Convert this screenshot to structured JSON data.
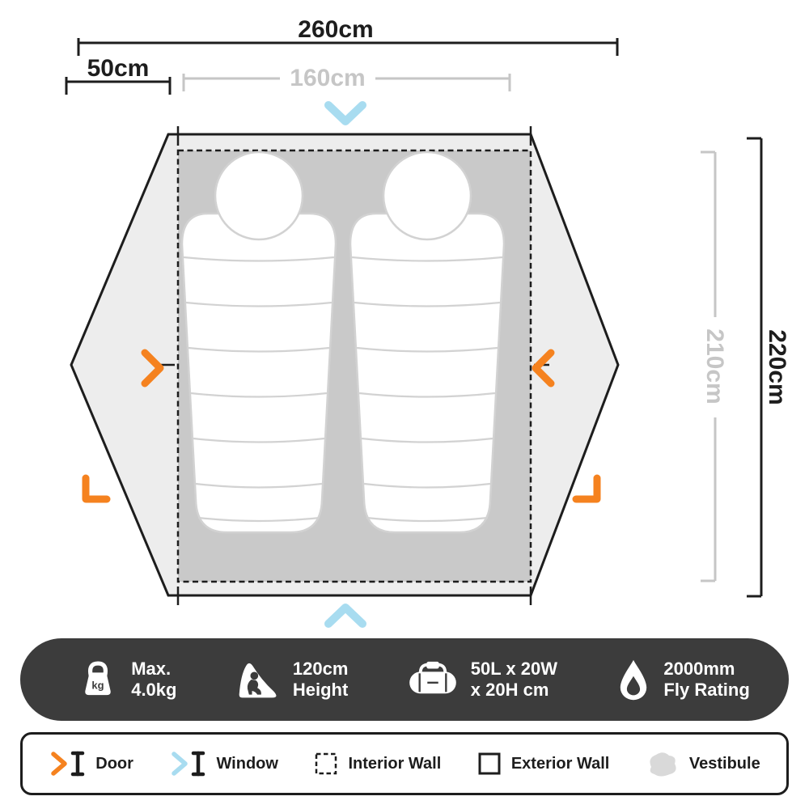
{
  "diagram": {
    "dimensions": {
      "width_total": "260cm",
      "width_vestibule": "50cm",
      "width_interior": "160cm",
      "height_interior": "210cm",
      "height_total": "220cm"
    }
  },
  "specs": {
    "kg_label": "kg",
    "items": [
      {
        "icon": "weight-icon",
        "line1": "Max.",
        "line2": "4.0kg"
      },
      {
        "icon": "height-icon",
        "line1": "120cm",
        "line2": "Height"
      },
      {
        "icon": "packed-size-icon",
        "line1": "50L x 20W",
        "line2": "x 20H cm"
      },
      {
        "icon": "fly-rating-icon",
        "line1": "2000mm",
        "line2": "Fly Rating"
      }
    ]
  },
  "legend": {
    "items": [
      {
        "icon": "door-icon",
        "label": "Door"
      },
      {
        "icon": "window-icon",
        "label": "Window"
      },
      {
        "icon": "interior-wall-icon",
        "label": "Interior Wall"
      },
      {
        "icon": "exterior-wall-icon",
        "label": "Exterior Wall"
      },
      {
        "icon": "vestibule-icon",
        "label": "Vestibule"
      }
    ]
  },
  "colors": {
    "door_orange": "#F5821F",
    "window_blue": "#A8DCF0",
    "dim_gray": "#C6C6C6",
    "dark_bar": "#3C3C3C",
    "interior_fill": "#C9C9C9",
    "exterior_fill": "#EDEDED",
    "bag_outline": "#D2D2D2",
    "line_black": "#1D1D1D"
  }
}
